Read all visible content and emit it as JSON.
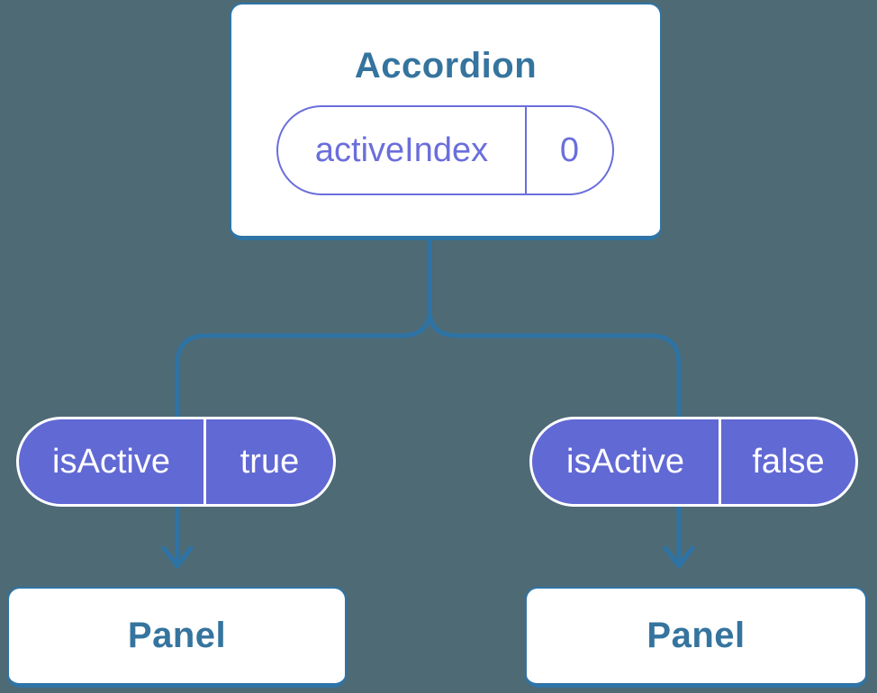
{
  "colors": {
    "background": "#4d6a75",
    "connector": "#2e73a5",
    "card-border": "#2f74a6",
    "card-bg": "#ffffff",
    "heading": "#35749e",
    "purple-fill": "#6169d4",
    "purple-outline": "#6a6edb",
    "pill-text-light": "#ffffff"
  },
  "root": {
    "title": "Accordion",
    "state": {
      "name": "activeIndex",
      "value": "0"
    }
  },
  "children": [
    {
      "prop": {
        "name": "isActive",
        "value": "true"
      },
      "panel_label": "Panel"
    },
    {
      "prop": {
        "name": "isActive",
        "value": "false"
      },
      "panel_label": "Panel"
    }
  ]
}
